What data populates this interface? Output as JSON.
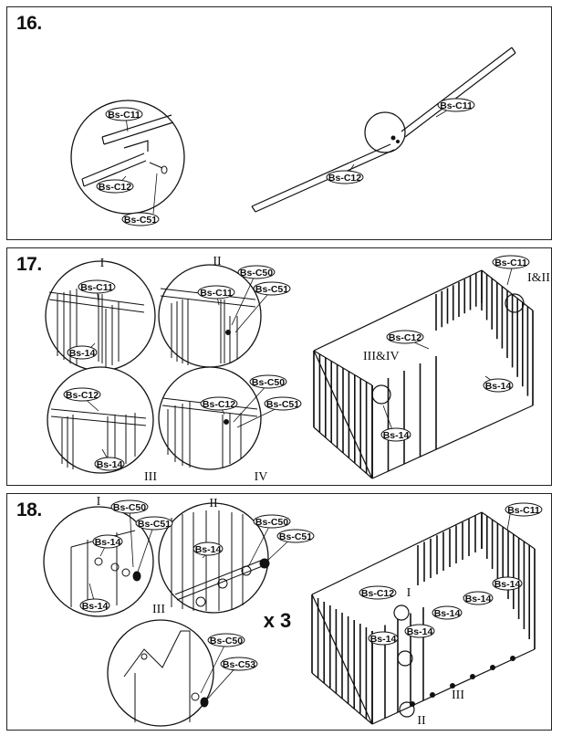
{
  "steps": [
    {
      "number": "16."
    },
    {
      "number": "17."
    },
    {
      "number": "18."
    }
  ],
  "parts": {
    "c11": "Bs-C11",
    "c12": "Bs-C12",
    "c50": "Bs-C50",
    "c51": "Bs-C51",
    "c53": "Bs-C53",
    "p14": "Bs-14"
  },
  "roman": {
    "i": "I",
    "ii": "II",
    "iii": "III",
    "iv": "IV",
    "i_ii": "I&II",
    "iii_iv": "III&IV"
  },
  "multiplier": "x 3",
  "colors": {
    "line": "#111111",
    "panel_border": "#222222"
  }
}
